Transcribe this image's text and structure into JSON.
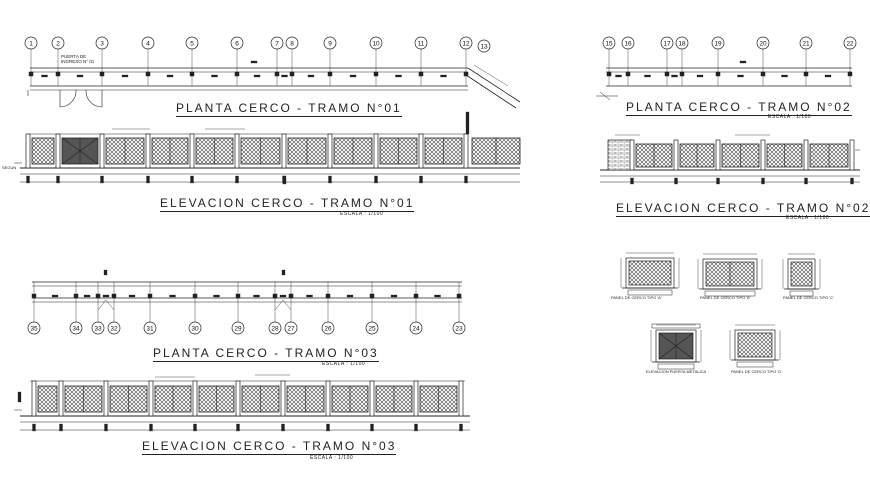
{
  "sections": [
    {
      "id": "t1-plan",
      "title": "PLANTA CERCO - TRAMO N°01"
    },
    {
      "id": "t1-elev",
      "title": "ELEVACION CERCO - TRAMO N°01",
      "scale": "ESCALA : 1/100"
    },
    {
      "id": "t2-plan",
      "title": "PLANTA CERCO - TRAMO N°02",
      "scale": "ESCALA : 1/100"
    },
    {
      "id": "t2-elev",
      "title": "ELEVACION CERCO - TRAMO N°02",
      "scale": "ESCALA : 1/100"
    },
    {
      "id": "t3-plan",
      "title": "PLANTA CERCO - TRAMO N°03",
      "scale": "ESCALA : 1/100"
    },
    {
      "id": "t3-elev",
      "title": "ELEVACION CERCO - TRAMO N°03",
      "scale": "ESCALA : 1/100"
    }
  ],
  "gate_note": {
    "line1": "PUERTA DE",
    "line2": "INGRESO N° 01"
  },
  "ground_label": "SEGUN",
  "grid_t1": [
    "1",
    "2",
    "3",
    "4",
    "5",
    "6",
    "7",
    "8",
    "9",
    "10",
    "11",
    "12",
    "13"
  ],
  "grid_t2": [
    "15",
    "16",
    "17",
    "18",
    "19",
    "20",
    "21",
    "22"
  ],
  "grid_t3": [
    "35",
    "34",
    "33",
    "32",
    "31",
    "30",
    "29",
    "28",
    "27",
    "26",
    "25",
    "24",
    "23"
  ],
  "details": [
    {
      "id": "panel-a",
      "label": "PANEL DE CERCO TIPO 'A'"
    },
    {
      "id": "panel-b",
      "label": "PANEL DE CERCO TIPO 'B'"
    },
    {
      "id": "panel-c",
      "label": "PANEL DE CERCO TIPO 'C'"
    },
    {
      "id": "door",
      "label": "ELEVACION PUERTA METALICA"
    },
    {
      "id": "panel-d",
      "label": "PANEL DE CERCO TIPO 'D'"
    }
  ]
}
